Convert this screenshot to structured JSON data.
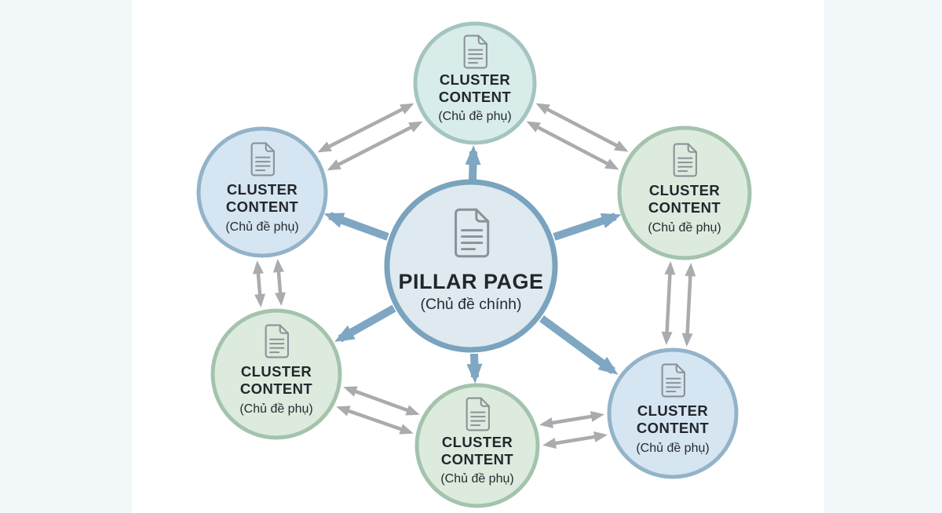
{
  "colors": {
    "page_background": "#f2f7fa",
    "diagram_background": "#ffffff",
    "hub_arrow": "#7fa6c2",
    "ring_arrow": "#a9abae",
    "center_fill": "#dfe9f0",
    "center_border": "#7aa3be",
    "blue_fill": "#d6e5f2",
    "blue_border": "#93b3c9",
    "green_fill": "#dcebde",
    "green_border": "#a4c3ac",
    "teal_fill": "#d8ecea",
    "teal_border": "#a4c4c1",
    "icon_stroke": "#8b9196",
    "text_primary": "#22272c"
  },
  "nodes": {
    "center": {
      "title": "PILLAR PAGE",
      "subtitle": "(Chủ đề chính)",
      "icon": "document-icon"
    },
    "clusters": [
      {
        "position": "top",
        "title_line1": "CLUSTER",
        "title_line2": "CONTENT",
        "subtitle": "(Chủ đề phụ)",
        "theme": "teal",
        "icon": "document-icon"
      },
      {
        "position": "top-right",
        "title_line1": "CLUSTER",
        "title_line2": "CONTENT",
        "subtitle": "(Chủ đề phụ)",
        "theme": "green",
        "icon": "document-icon"
      },
      {
        "position": "bottom-right",
        "title_line1": "CLUSTER",
        "title_line2": "CONTENT",
        "subtitle": "(Chủ đề phụ)",
        "theme": "blue",
        "icon": "document-icon"
      },
      {
        "position": "bottom",
        "title_line1": "CLUSTER",
        "title_line2": "CONTENT",
        "subtitle": "(Chủ đề phụ)",
        "theme": "green",
        "icon": "document-icon"
      },
      {
        "position": "bottom-left",
        "title_line1": "CLUSTER",
        "title_line2": "CONTENT",
        "subtitle": "(Chủ đề phụ)",
        "theme": "green",
        "icon": "document-icon"
      },
      {
        "position": "top-left",
        "title_line1": "CLUSTER",
        "title_line2": "CONTENT",
        "subtitle": "(Chủ đề phụ)",
        "theme": "blue",
        "icon": "document-icon"
      }
    ]
  },
  "connections": {
    "hub_to_cluster": "one-way thick blue arrow from pillar page to each cluster",
    "cluster_to_cluster": "double two-headed gray arrows between adjacent clusters"
  }
}
